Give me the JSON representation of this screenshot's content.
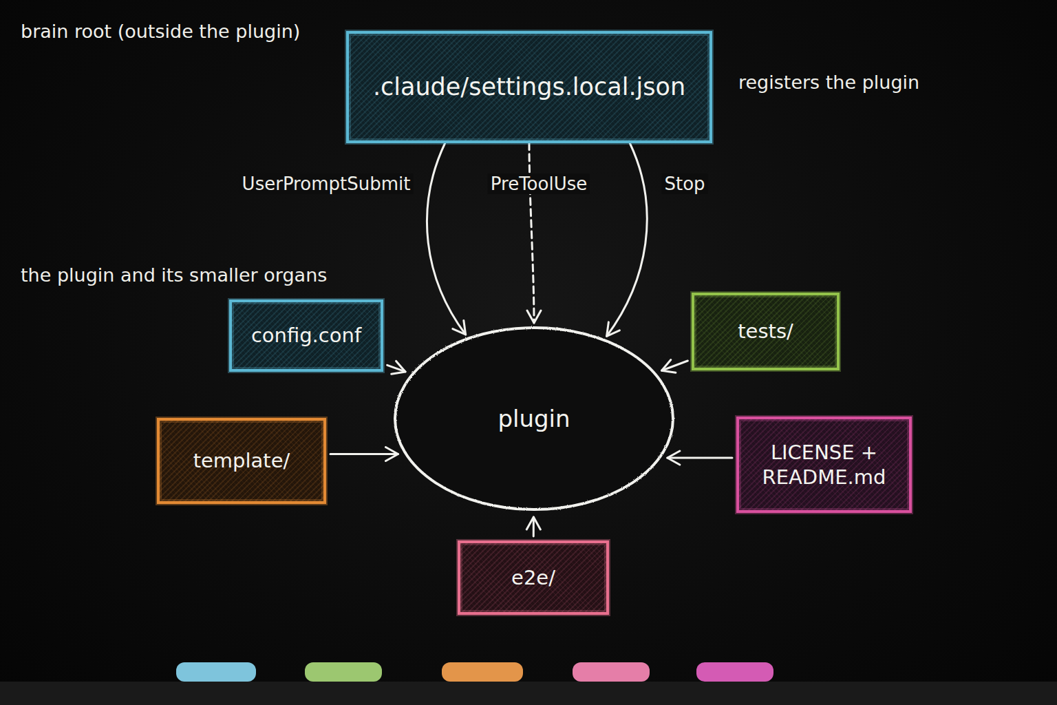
{
  "diagram": {
    "nodes": [
      {
        "text": [
          ".claude/settings.local.json"
        ]
      },
      {
        "text": [
          "config.conf"
        ]
      },
      {
        "text": [
          "tests/"
        ]
      },
      {
        "text": [
          "plugin"
        ]
      },
      {
        "text": [
          "template/"
        ]
      },
      {
        "text": [
          "LICENSE + README.md"
        ]
      },
      {
        "text": [
          "e2e/"
        ]
      }
    ],
    "edges": [
      {
        "from": 0,
        "to": 3,
        "label": "UserPromptSubmit",
        "arrow": "to"
      },
      {
        "from": 0,
        "to": 3,
        "label": "PreToolUse",
        "arrow": "to"
      },
      {
        "from": 0,
        "to": 3,
        "label": "Stop",
        "arrow": "to"
      },
      {
        "from": 1,
        "to": 3,
        "arrow": "to"
      },
      {
        "from": 2,
        "to": 3,
        "arrow": "to"
      },
      {
        "from": 4,
        "to": 3,
        "arrow": "to"
      },
      {
        "from": 5,
        "to": 3,
        "arrow": "to"
      },
      {
        "from": 6,
        "to": 3,
        "arrow": "to"
      }
    ],
    "labels": [
      "brain root (outside the plugin)",
      "registers the plugin",
      "the plugin and its smaller organs"
    ]
  }
}
